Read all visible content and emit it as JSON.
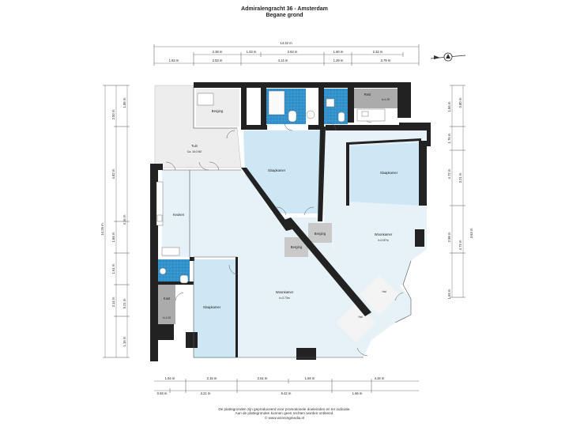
{
  "title": "Admiralengracht 36 - Amsterdam",
  "subtitle": "Begane grond",
  "dims_top": {
    "total": "14.32 m",
    "row_a": [
      "2.38 m",
      "1.03 m",
      "2.63 m",
      "1.60 m",
      "2.32 m"
    ],
    "row_b": [
      "1.63 m",
      "2.53 m",
      "4.14 m",
      "1.29 m",
      "3.79 m"
    ]
  },
  "dims_bottom": {
    "row_a": [
      "1.64 m",
      "2.15 m",
      "2.51 m",
      "1.84 m",
      "4.34 m"
    ],
    "row_b": [
      "0.93 m",
      "3.21 m",
      "5.42 m",
      "1.66 m"
    ]
  },
  "dims_left": {
    "total": "14.26 m",
    "col_a": [
      "2.00 m",
      "4.82 m",
      "1.84 m",
      "1.61 m",
      "2.14 m"
    ],
    "col_b": [
      "1.86 m",
      "4.16 m",
      "5.21 m",
      "1.15 m"
    ]
  },
  "dims_right": {
    "col_a": [
      "1.84 m",
      "1.76 m",
      "4.72 m",
      "2.99 m",
      "4.73 m",
      "1.93 m"
    ],
    "col_b": [
      "0.80 m",
      "3.21 m",
      "3.63 m"
    ]
  },
  "rooms": {
    "berging_top": "Berging",
    "tuin": "Tuin",
    "tuin_area": "Ca. 16.0 M2",
    "slaapkamer_1": "Slaapkamer",
    "rest": "Rest",
    "rest_height": "h=1.00",
    "keuken_right": "Keuken",
    "slaapkamer_2": "Slaapkamer",
    "keuken_left": "Keuken",
    "berging_mid_1": "Berging",
    "berging_mid_2": "Berging",
    "woonkamer_right": "Woonkamer",
    "woonkamer_right_h": "h=2.87m",
    "woonkamer_main": "Woonkamer",
    "woonkamer_main_h": "h=2.73m",
    "kast": "Kast",
    "kast_height": "h=1.00",
    "slaapkamer_3": "Slaapkamer",
    "hal_1": "Hal",
    "hal_2": "Hal"
  },
  "footer": [
    "De plattegronden zijn geproduceerd voor promotionele doeleinden en ter indicatie.",
    "Aan de plattegronden kunnen geen rechten worden ontleend.",
    "© www.wonningmedia.nl"
  ],
  "colors": {
    "room_fill": "#e6f1f8",
    "wall": "#222222",
    "bathroom_blue": "#2f8fc9",
    "bedroom_blue": "#cde8f4",
    "garden": "#ededed"
  },
  "icons": [
    "compass-icon"
  ]
}
